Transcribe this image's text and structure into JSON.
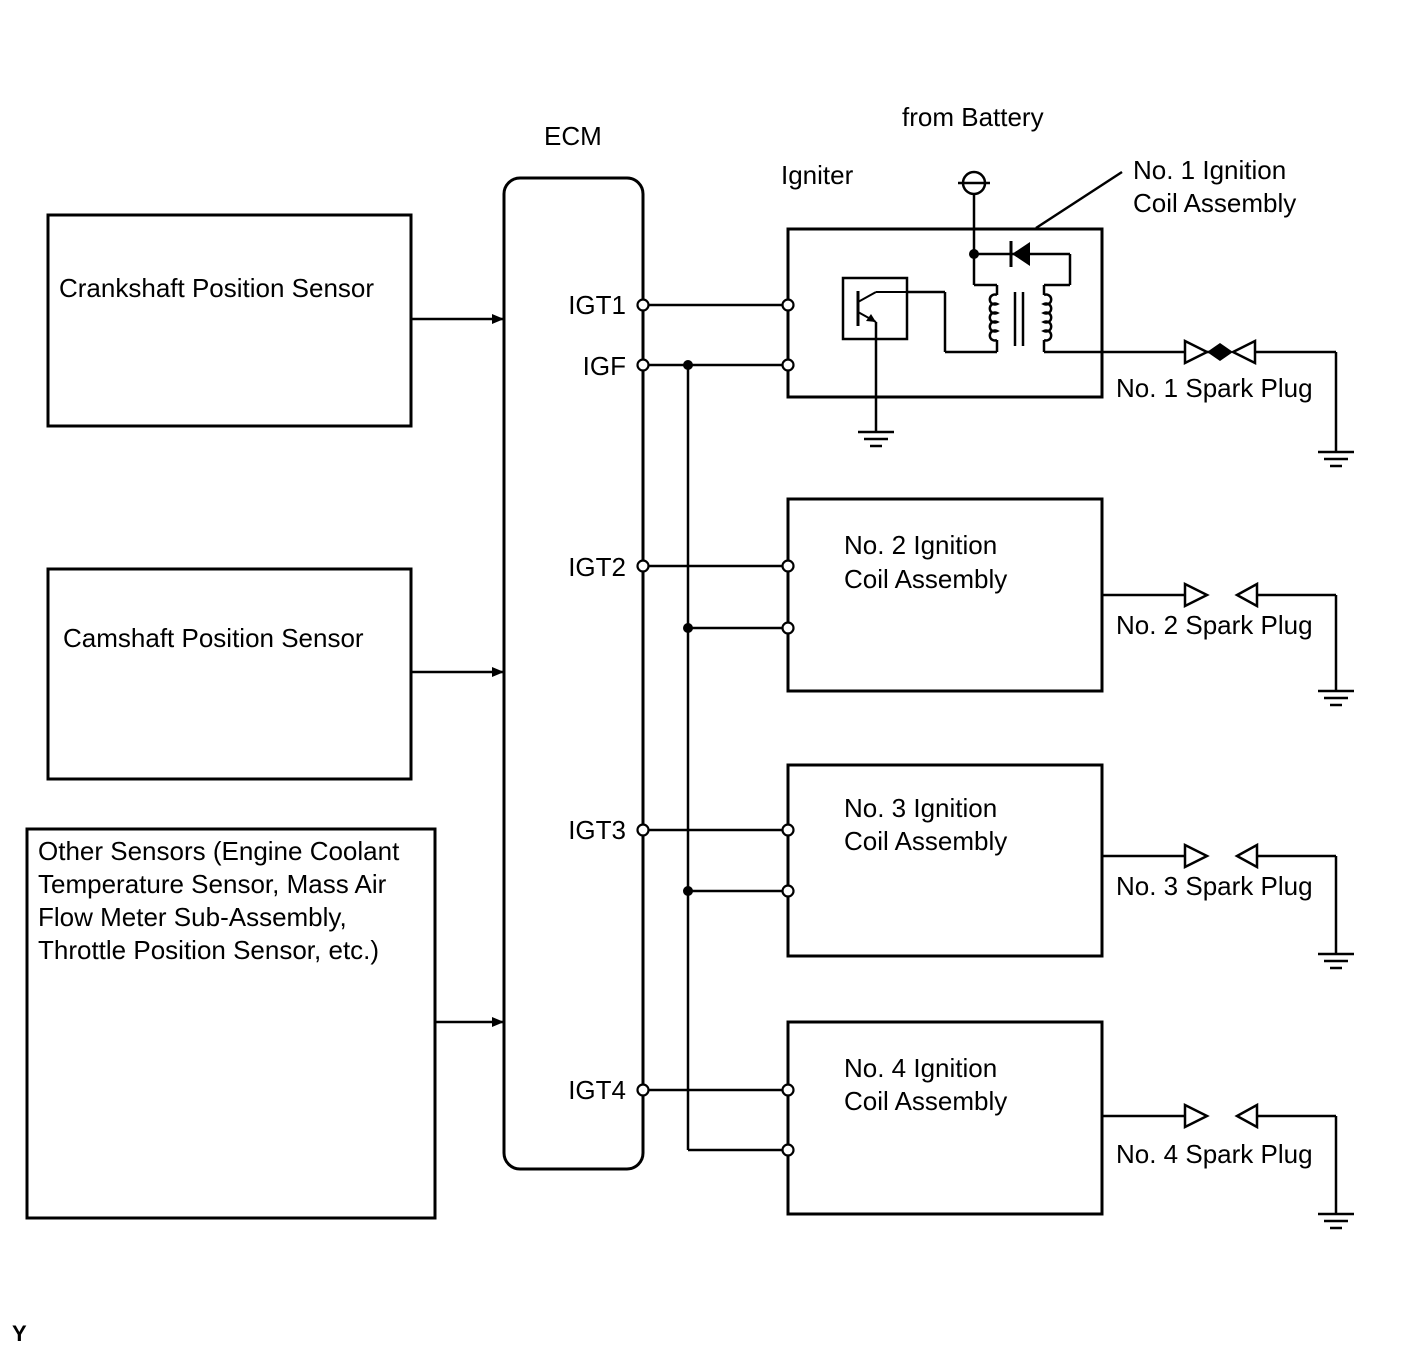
{
  "ecm": {
    "title": "ECM",
    "pins": [
      "IGT1",
      "IGF",
      "IGT2",
      "IGT3",
      "IGT4"
    ]
  },
  "sensors": {
    "crankshaft": "Crankshaft Position Sensor",
    "camshaft": "Camshaft Position Sensor",
    "other": [
      "Other Sensors (Engine Coolant",
      "Temperature Sensor, Mass Air",
      "Flow Meter Sub-Assembly,",
      "Throttle Position Sensor, etc.)"
    ]
  },
  "battery_label": "from Battery",
  "igniter_label": "Igniter",
  "coils": [
    [
      "No. 1 Ignition",
      "Coil Assembly"
    ],
    [
      "No. 2 Ignition",
      "Coil Assembly"
    ],
    [
      "No. 3 Ignition",
      "Coil Assembly"
    ],
    [
      "No. 4 Ignition",
      "Coil Assembly"
    ]
  ],
  "spark_plugs": [
    "No. 1 Spark Plug",
    "No. 2 Spark Plug",
    "No. 3 Spark Plug",
    "No. 4 Spark Plug"
  ],
  "corner_mark": "Y"
}
